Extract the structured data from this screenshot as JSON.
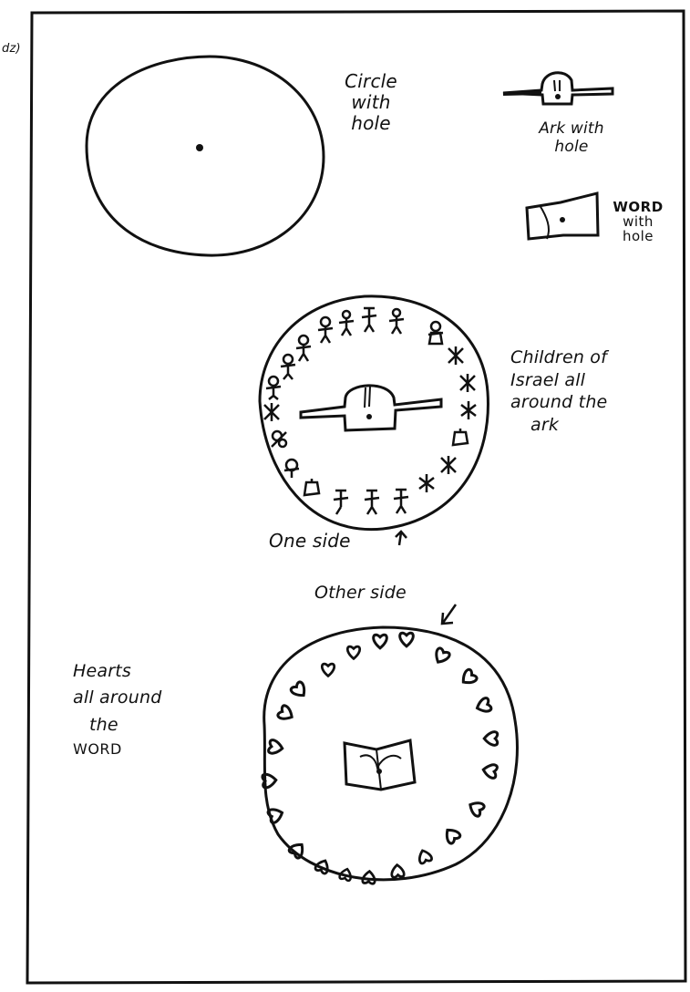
{
  "corner_mark": "dz)",
  "labels": {
    "circle": [
      "Circle",
      "with",
      "hole"
    ],
    "ark": [
      "Ark with",
      "hole"
    ],
    "word": [
      "WORD",
      "with",
      "hole"
    ],
    "children": [
      "Children of",
      "Israel all",
      "around the",
      "ark"
    ],
    "one_side": "One side",
    "other_side": "Other side",
    "hearts": [
      "Hearts",
      "all around",
      "the",
      "WORD"
    ]
  },
  "colors": {
    "ink": "#111111",
    "paper": "#ffffff"
  },
  "icons": [
    "child-figure-icon",
    "heart-icon",
    "book-icon",
    "ark-icon",
    "arrow-icon"
  ]
}
